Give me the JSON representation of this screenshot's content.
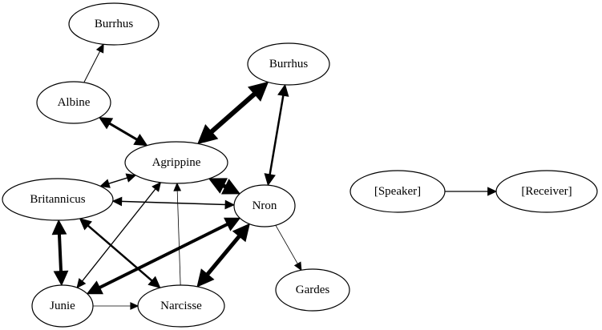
{
  "nodes": [
    {
      "id": "burrhus_top",
      "label": "Burrhus"
    },
    {
      "id": "albine",
      "label": "Albine"
    },
    {
      "id": "burrhus",
      "label": "Burrhus"
    },
    {
      "id": "agrippine",
      "label": "Agrippine"
    },
    {
      "id": "britannicus",
      "label": "Britannicus"
    },
    {
      "id": "nron",
      "label": "Nron"
    },
    {
      "id": "junie",
      "label": "Junie"
    },
    {
      "id": "narcisse",
      "label": "Narcisse"
    },
    {
      "id": "gardes",
      "label": "Gardes"
    },
    {
      "id": "speaker",
      "label": "[Speaker]"
    },
    {
      "id": "receiver",
      "label": "[Receiver]"
    }
  ],
  "edges": [
    {
      "from": "albine",
      "to": "burrhus_top",
      "weight": 1,
      "bidirectional": false
    },
    {
      "from": "albine",
      "to": "agrippine",
      "weight": 3,
      "bidirectional": true
    },
    {
      "from": "agrippine",
      "to": "burrhus",
      "weight": 6,
      "bidirectional": true
    },
    {
      "from": "burrhus",
      "to": "nron",
      "weight": 2.5,
      "bidirectional": true
    },
    {
      "from": "agrippine",
      "to": "nron",
      "weight": 5,
      "bidirectional": true
    },
    {
      "from": "britannicus",
      "to": "agrippine",
      "weight": 1.5,
      "bidirectional": true
    },
    {
      "from": "britannicus",
      "to": "nron",
      "weight": 1.5,
      "bidirectional": true
    },
    {
      "from": "britannicus",
      "to": "junie",
      "weight": 4,
      "bidirectional": true
    },
    {
      "from": "britannicus",
      "to": "narcisse",
      "weight": 2.5,
      "bidirectional": true
    },
    {
      "from": "junie",
      "to": "agrippine",
      "weight": 1.3,
      "bidirectional": true
    },
    {
      "from": "nron",
      "to": "junie",
      "weight": 4,
      "bidirectional": true
    },
    {
      "from": "junie",
      "to": "narcisse",
      "weight": 0.8,
      "bidirectional": false
    },
    {
      "from": "narcisse",
      "to": "agrippine",
      "weight": 0.8,
      "bidirectional": false
    },
    {
      "from": "narcisse",
      "to": "nron",
      "weight": 5,
      "bidirectional": true
    },
    {
      "from": "nron",
      "to": "gardes",
      "weight": 0.8,
      "bidirectional": false
    },
    {
      "from": "speaker",
      "to": "receiver",
      "weight": 1.3,
      "bidirectional": false
    }
  ]
}
